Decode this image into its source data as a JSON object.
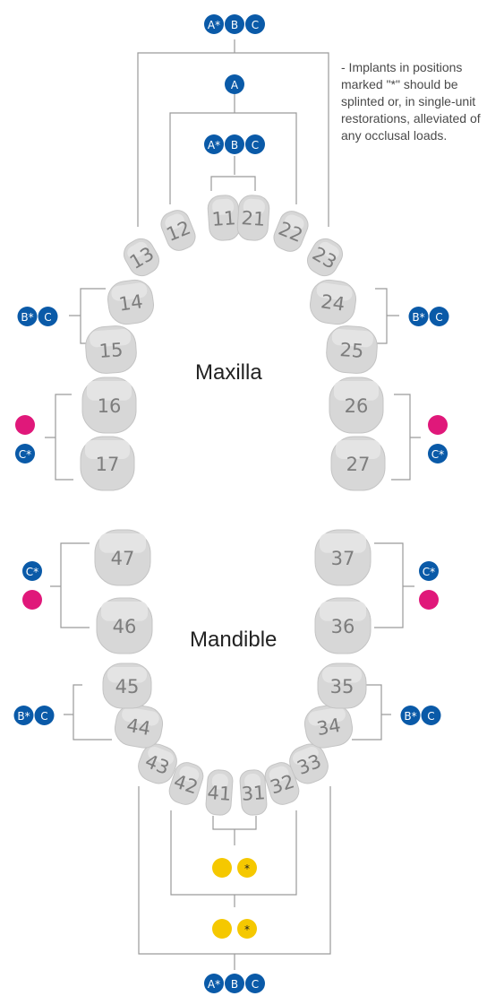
{
  "note": [
    "- Implants in positions",
    "marked \"*\" should be",
    "splinted or, in single-unit",
    "restorations, alleviated of",
    "any occlusal loads."
  ],
  "maxilla_label": "Maxilla",
  "mandible_label": "Mandible",
  "colors": {
    "blue": "#0a5aa8",
    "magenta": "#e0187a",
    "yellow": "#f5c800",
    "tooth": "#d7d7d7",
    "bracket": "#9a9a9a"
  },
  "teeth": [
    "11",
    "12",
    "13",
    "14",
    "15",
    "16",
    "17",
    "21",
    "22",
    "23",
    "24",
    "25",
    "26",
    "27",
    "31",
    "32",
    "33",
    "34",
    "35",
    "36",
    "37",
    "41",
    "42",
    "43",
    "44",
    "45",
    "46",
    "47"
  ],
  "badges": {
    "a_star": "A*",
    "a": "A",
    "b": "B",
    "b_star": "B*",
    "c": "C",
    "c_star": "C*",
    "star": "*"
  }
}
